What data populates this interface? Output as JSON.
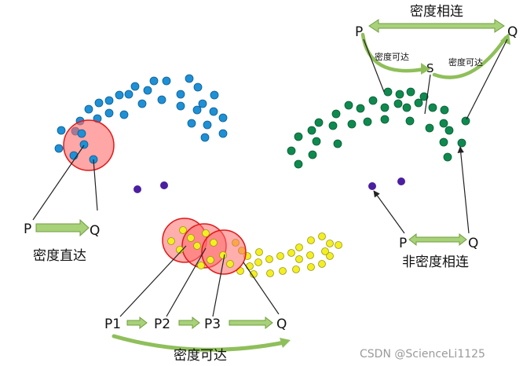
{
  "colors": {
    "blue": "#1e90d6",
    "green": "#0f8a4f",
    "yellow": "#f3ef22",
    "purple": "#4b1fa0",
    "circle_fill": "#ff6b6b",
    "circle_stroke": "#e01818",
    "arrow_green": "#8fbf5a",
    "line": "#222222"
  },
  "panels": {
    "direct": {
      "p": "P",
      "q": "Q",
      "caption": "密度直达"
    },
    "reachable": {
      "p1": "P1",
      "p2": "P2",
      "p3": "P3",
      "q": "Q",
      "caption": "密度可达"
    },
    "connected": {
      "title": "密度相连",
      "p": "P",
      "q": "Q",
      "s": "S",
      "left_reach": "密度可达",
      "right_reach": "密度可达"
    },
    "not_connected": {
      "p": "P",
      "q": "Q",
      "caption": "非密度相连"
    }
  },
  "watermark": "CSDN @ScienceLi1125"
}
